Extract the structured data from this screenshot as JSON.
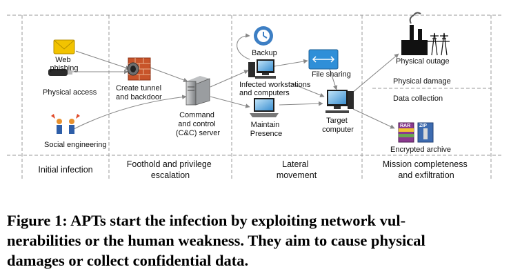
{
  "labels": {
    "web_phishing": [
      "Web",
      "phishing"
    ],
    "physical_access": "Physical access",
    "social_engineering": "Social engineering",
    "create_tunnel": [
      "Create tunnel",
      "and backdoor"
    ],
    "cc_server": [
      "Command",
      "and control",
      "(C&C) server"
    ],
    "backup": "Backup",
    "infected_workstations": [
      "Infected workstations",
      "and computers"
    ],
    "file_sharing": "File sharing",
    "maintain_presence": [
      "Maintain",
      "Presence"
    ],
    "target_computer": [
      "Target",
      "computer"
    ],
    "physical_outage": "Physical outage",
    "physical_damage": "Physical damage",
    "data_collection": "Data collection",
    "encrypted_archive": "Encrypted archive",
    "rar": "RAR",
    "zip": "ZIP"
  },
  "stages": [
    [
      "Initial infection"
    ],
    [
      "Foothold and privilege",
      "escalation"
    ],
    [
      "Lateral",
      "movement"
    ],
    [
      "Mission completeness",
      "and exfiltration"
    ]
  ],
  "caption": [
    "Figure 1:   APTs start the infection by exploiting network vul-",
    "nerabilities or the human weakness. They aim to cause physical",
    "damages or collect confidential data."
  ],
  "colors": {
    "envelope": "#f2c300",
    "firewall": "#c8542a",
    "backup": "#3d7fc4",
    "file_sharing": "#2f8fd8",
    "rar": "#8a3a8f",
    "zip": "#3d6bb0",
    "server": "#8a8d90"
  }
}
